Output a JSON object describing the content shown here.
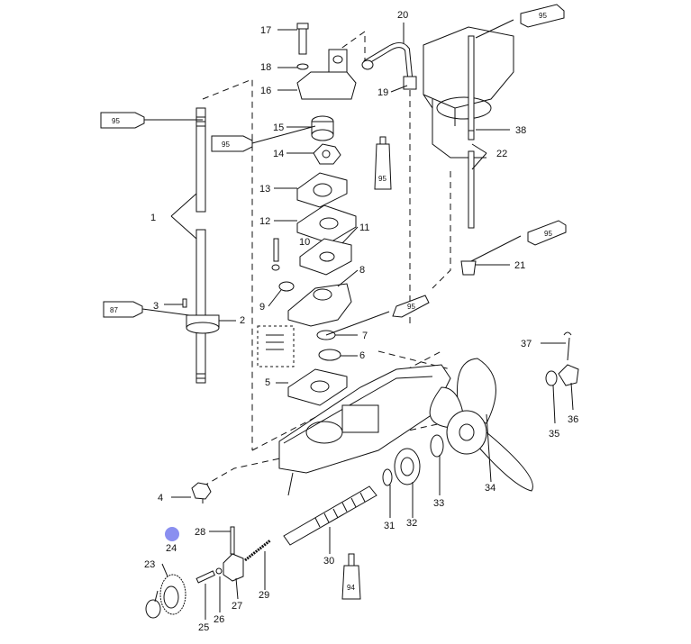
{
  "parts": {
    "p1": "1",
    "p2": "2",
    "p3": "3",
    "p4": "4",
    "p5": "5",
    "p6": "6",
    "p7": "7",
    "p8": "8",
    "p9": "9",
    "p10": "10",
    "p11": "11",
    "p12": "12",
    "p13": "13",
    "p14": "14",
    "p15": "15",
    "p16": "16",
    "p17": "17",
    "p18": "18",
    "p19": "19",
    "p20": "20",
    "p21": "21",
    "p22": "22",
    "p23": "23",
    "p24": "24",
    "p25": "25",
    "p26": "26",
    "p27": "27",
    "p28": "28",
    "p29": "29",
    "p30": "30",
    "p31": "31",
    "p32": "32",
    "p33": "33",
    "p34": "34",
    "p35": "35",
    "p36": "36",
    "p37": "37",
    "p38": "38"
  },
  "lubricants": {
    "l95": "95",
    "l87": "87",
    "l94": "94"
  },
  "colors": {
    "line": "#111111",
    "marker": "#8a8ff0"
  }
}
